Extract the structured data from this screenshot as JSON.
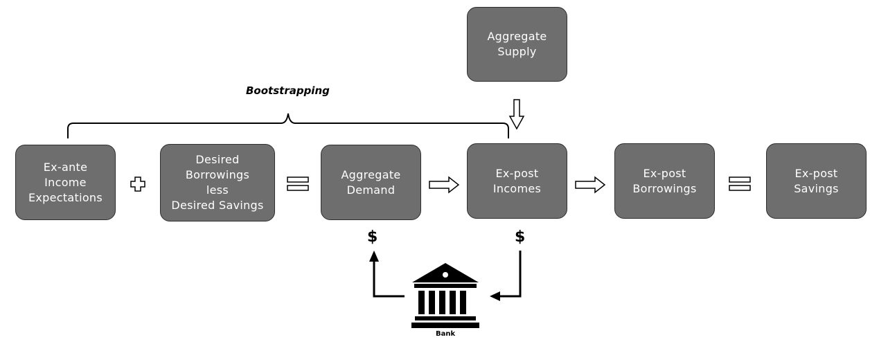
{
  "boxes": {
    "aggregate_supply": "Aggregate\nSupply",
    "exante_income": "Ex-ante\nIncome\nExpectations",
    "desired_borrowings": "Desired\nBorrowings\nless\nDesired Savings",
    "aggregate_demand": "Aggregate\nDemand",
    "expost_incomes": "Ex-post\nIncomes",
    "expost_borrowings": "Ex-post\nBorrowings",
    "expost_savings": "Ex-post\nSavings"
  },
  "labels": {
    "bootstrapping": "Bootstrapping",
    "dollar_left": "$",
    "dollar_right": "$",
    "bank": "Bank"
  },
  "icons": {
    "bank": "bank-building-icon",
    "plus": "plus-operator-icon",
    "equals": "equals-operator-icon",
    "arrow": "hollow-arrow-icon"
  },
  "colors": {
    "box_fill": "#6e6e6e",
    "box_border": "#2e2e2e",
    "box_text": "#ffffff"
  }
}
